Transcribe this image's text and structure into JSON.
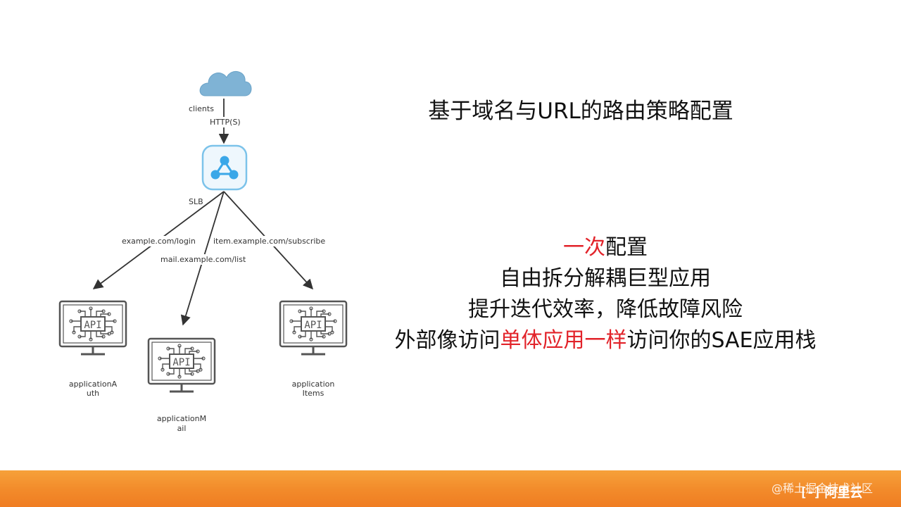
{
  "title": "基于域名与URL的路由策略配置",
  "diagram": {
    "clients_label": "clients",
    "protocol_label": "HTTP(S)",
    "slb_label": "SLB",
    "routes": [
      {
        "label": "example.com/login"
      },
      {
        "label": "mail.example.com/list"
      },
      {
        "label": "item.example.com/subscribe"
      }
    ],
    "api_text": "API",
    "apps": [
      {
        "line1": "applicationA",
        "line2": "uth"
      },
      {
        "line1": "applicationM",
        "line2": "ail"
      },
      {
        "line1": "application",
        "line2": "Items"
      }
    ]
  },
  "bullets": {
    "line1_red": "一次",
    "line1_rest": "配置",
    "line2": "自由拆分解耦巨型应用",
    "line3": "提升迭代效率，降低故障风险",
    "line4_a": "外部像访问",
    "line4_red": "单体应用一样",
    "line4_b": "访问你的SAE应用栈"
  },
  "footer": {
    "logo_mark": "[-]",
    "logo_text": "阿里云",
    "watermark": "@稀土掘金技术社区"
  },
  "colors": {
    "accent_red": "#e2232a",
    "cloud_blue": "#7fb3d5",
    "slb_blue": "#3aa7e8",
    "footer_orange": "#f28a2a"
  }
}
